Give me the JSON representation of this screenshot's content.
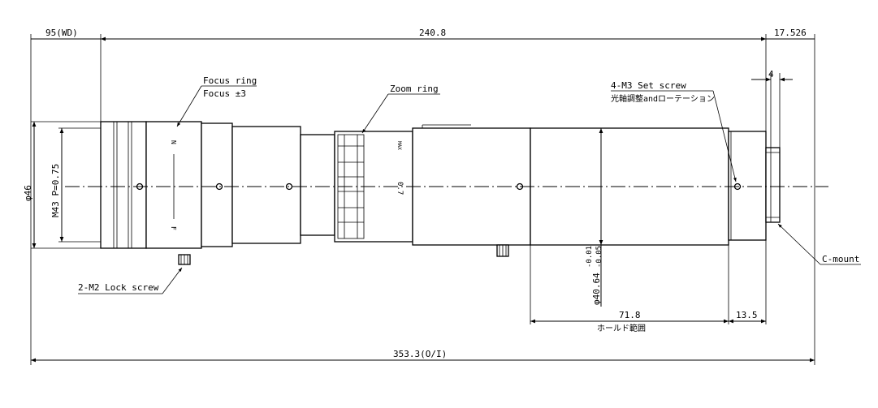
{
  "dimensions": {
    "working_distance": "95(WD)",
    "total_body": "240.8",
    "mount_flange": "17.526",
    "mount_thread_length": "4",
    "front_diameter": "φ46",
    "front_thread": "M43 P=0.75",
    "holder_diameter": "φ40.64",
    "holder_tol_upper": "-0.01",
    "holder_tol_lower": "-0.05",
    "hold_range_length": "71.8",
    "rear_length": "13.5",
    "overall_length": "353.3(O/I)"
  },
  "callouts": {
    "focus_ring": "Focus ring",
    "focus_range": "Focus ±3",
    "zoom_ring": "Zoom ring",
    "set_screw": "4-M3 Set screw",
    "set_screw_note": "光軸調整andローテーション",
    "lock_screw": "2-M2 Lock screw",
    "c_mount": "C-mount",
    "hold_range": "ホールド範囲"
  },
  "markings": {
    "focus_near": "N",
    "focus_far": "F",
    "zoom_value": "0.7",
    "zoom_max": "MAX"
  }
}
